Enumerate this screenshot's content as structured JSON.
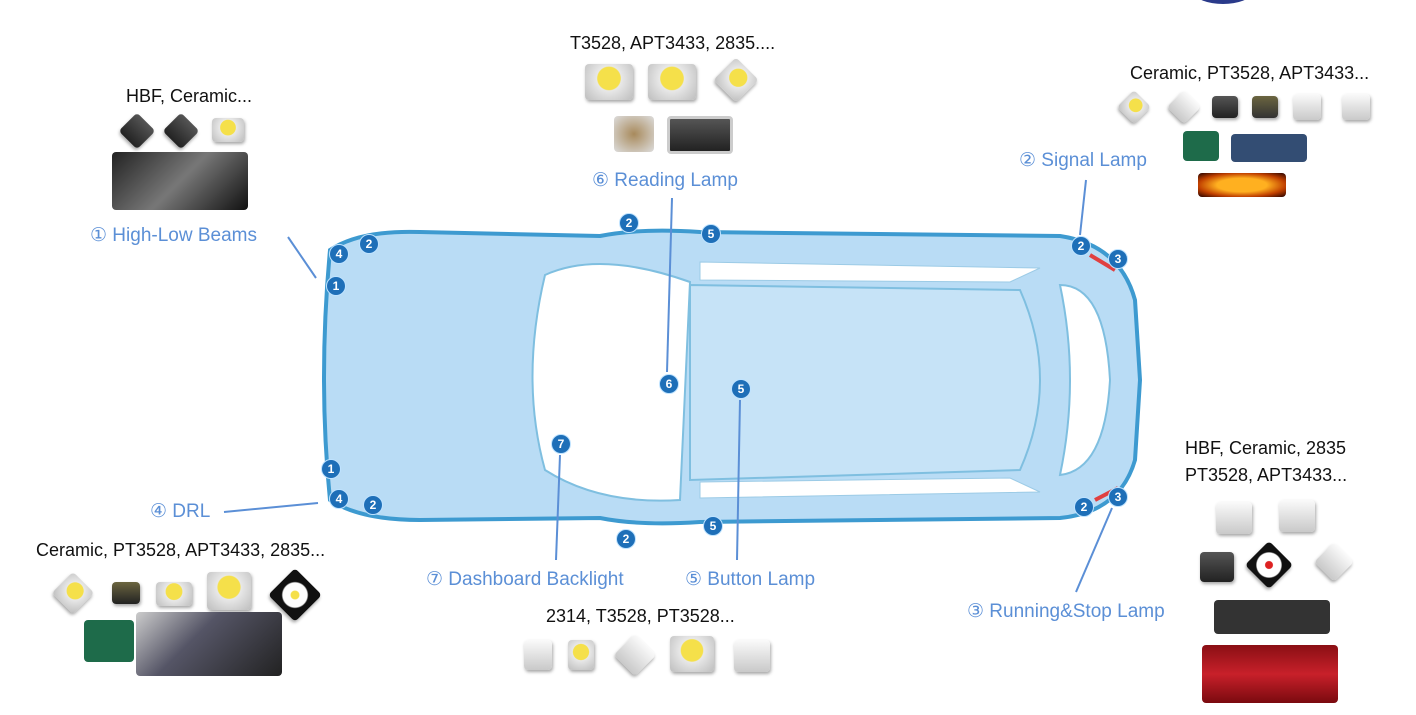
{
  "captions": {
    "high_low": "HBF, Ceramic...",
    "reading": "T3528, APT3433, 2835....",
    "signal": "Ceramic, PT3528, APT3433...",
    "running_1": "HBF, Ceramic, 2835",
    "running_2": "PT3528, APT3433...",
    "drl": "Ceramic, PT3528, APT3433, 2835...",
    "button": "2314, T3528, PT3528..."
  },
  "labels": {
    "high_low": "① High-Low Beams",
    "signal": "② Signal Lamp",
    "running": "③ Running&Stop Lamp",
    "drl": "④ DRL",
    "button": "⑤ Button Lamp",
    "reading": "⑥ Reading Lamp",
    "dashboard": "⑦ Dashboard Backlight"
  },
  "markers": [
    "4",
    "2",
    "1",
    "2",
    "5",
    "2",
    "3",
    "6",
    "5",
    "7",
    "1",
    "4",
    "2",
    "2",
    "5",
    "2",
    "3"
  ],
  "colors": {
    "label": "#5b8fd6",
    "car_fill": "#b9dcf5",
    "marker": "#1e6fb8"
  }
}
